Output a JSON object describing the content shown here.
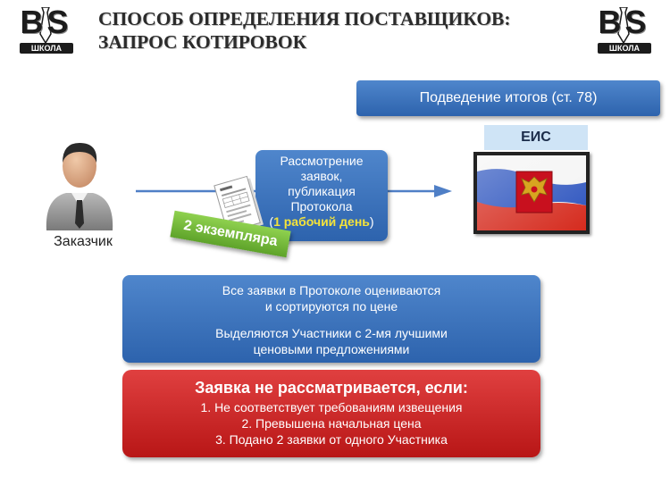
{
  "header": {
    "title_line1": "СПОСОБ ОПРЕДЕЛЕНИЯ ПОСТАВЩИКОВ:",
    "title_line2": "ЗАПРОС КОТИРОВОК",
    "logo_letters": "BS",
    "logo_caption": "ШКОЛА"
  },
  "summary_label": "Подведение итогов (ст. 78)",
  "eis_label": "ЕИС",
  "customer_label": "Заказчик",
  "review_box": {
    "line1": "Рассмотрение",
    "line2": "заявок,",
    "line3": "публикация",
    "line4": "Протокола",
    "paren_open": "(",
    "highlight": "1 рабочий день",
    "paren_close": ")"
  },
  "copies_label": "2 экземпляра",
  "evaluation": {
    "line1": "Все заявки в Протоколе оцениваются",
    "line2": "и сортируются по цене",
    "line3": "Выделяются Участники с 2-мя лучшими",
    "line4": "ценовыми предложениями"
  },
  "rejection": {
    "title": "Заявка не рассматривается, если:",
    "items": [
      "1.   Не соответствует требованиям извещения",
      "2.   Превышена начальная цена",
      "3.   Подано 2 заявки от одного Участника"
    ]
  },
  "colors": {
    "blue_box": "#2d63ad",
    "green_label": "#5ea32a",
    "red_box": "#b81616",
    "highlight": "#f4e33a",
    "eis_bg": "#cfe4f6"
  },
  "icons": [
    "businessman-icon",
    "document-icon",
    "russian-coat-of-arms-icon",
    "arrow-right-icon"
  ]
}
